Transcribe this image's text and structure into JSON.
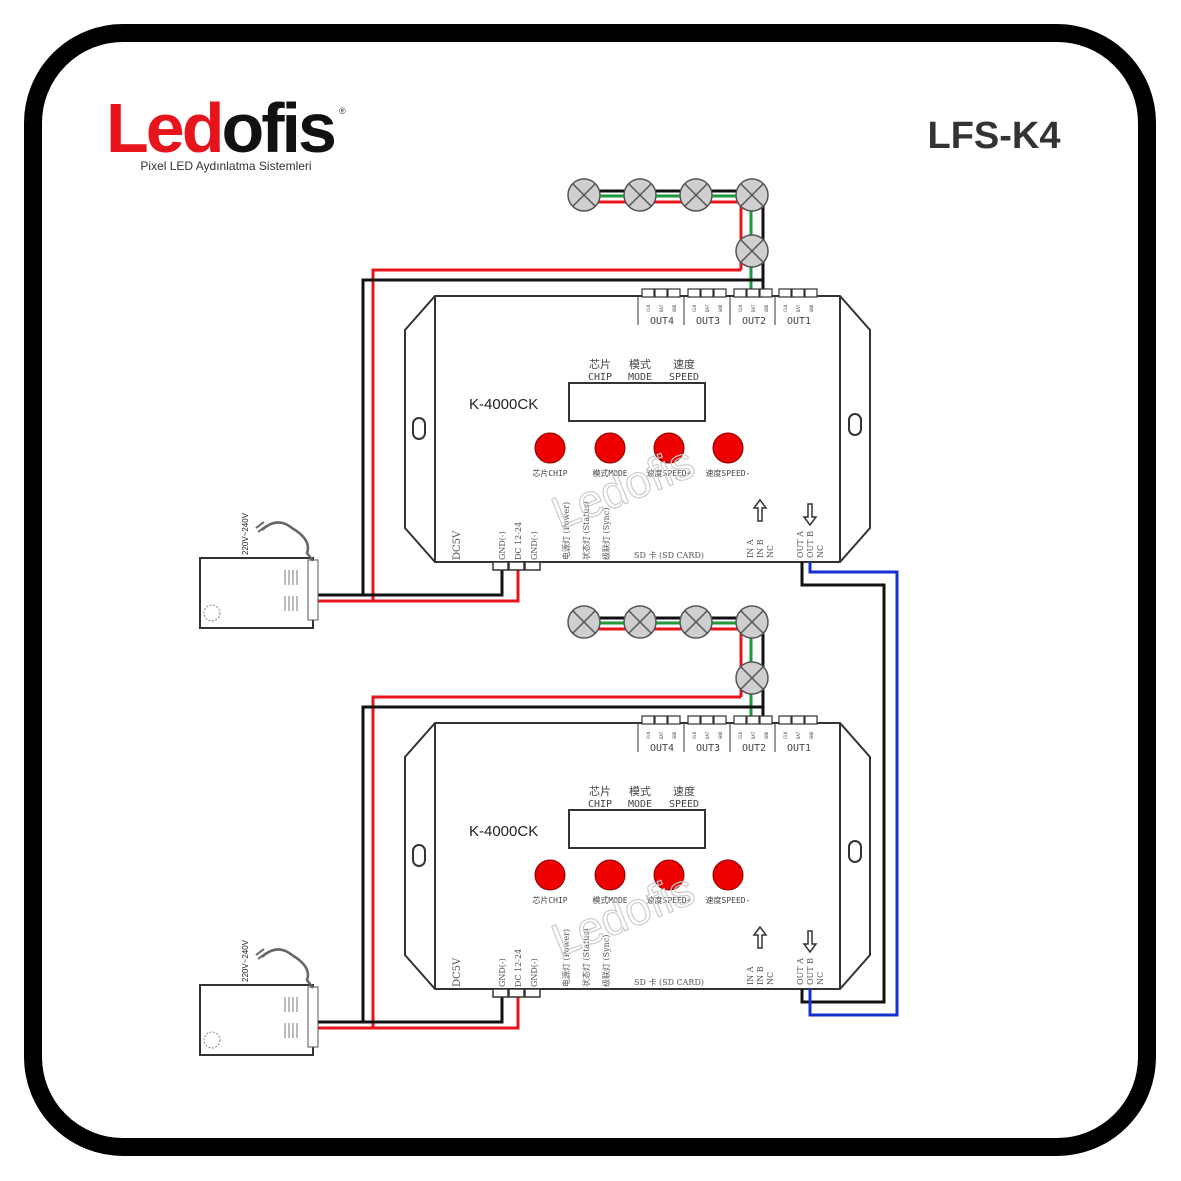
{
  "logo": {
    "brand_red": "Led",
    "brand_black": "ofis",
    "registered": "®",
    "tagline": "Pixel LED Aydınlatma Sistemleri"
  },
  "title": "LFS-K4",
  "watermark": "Ledofis",
  "controller": {
    "model": "K-4000CK",
    "outputs": [
      "OUT4",
      "OUT3",
      "OUT2",
      "OUT1"
    ],
    "pin_labels": [
      "CLK",
      "DAT",
      "GND"
    ],
    "header": [
      {
        "cn": "芯片",
        "en": "CHIP"
      },
      {
        "cn": "模式",
        "en": "MODE"
      },
      {
        "cn": "速度",
        "en": "SPEED"
      }
    ],
    "buttons": [
      "芯片CHIP",
      "模式MODE",
      "速度SPEED+",
      "速度SPEED-"
    ],
    "dc5v": "DC5V",
    "power_pins": [
      "GND(-)",
      "DC 12-24",
      "GND(-)"
    ],
    "leds": [
      "电源灯 (Power)",
      "状态灯 (Status)",
      "级联灯 (Sync)"
    ],
    "sd_card": "SD 卡 (SD CARD)",
    "in_pins": [
      "IN A",
      "IN B",
      "NC"
    ],
    "out_pins": [
      "OUT A",
      "OUT B",
      "NC"
    ]
  },
  "psu": {
    "input_label": "220V~240V"
  },
  "colors": {
    "red": "#e8141b",
    "black": "#111111",
    "green": "#1a9a3a",
    "blue": "#1530d0",
    "button": "#ee0000"
  }
}
